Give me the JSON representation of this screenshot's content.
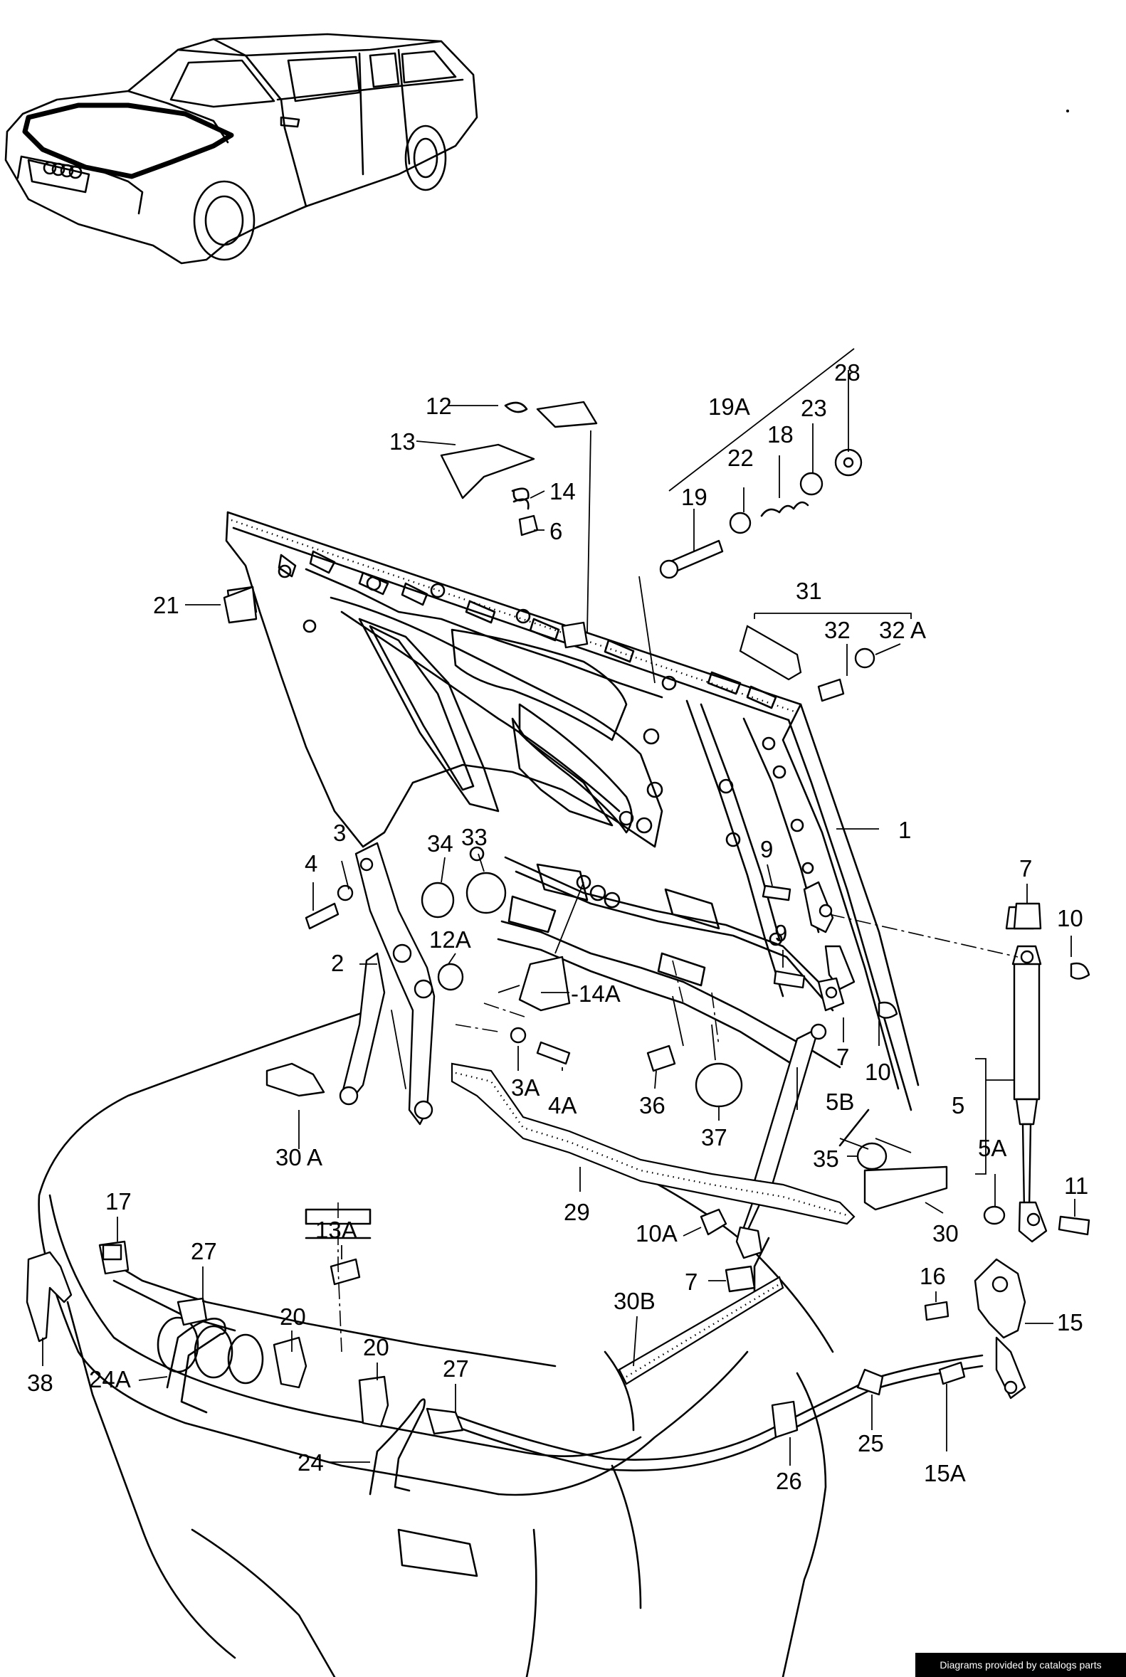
{
  "callouts": [
    {
      "id": "12",
      "text": "12"
    },
    {
      "id": "13",
      "text": "13"
    },
    {
      "id": "14",
      "text": "14"
    },
    {
      "id": "6",
      "text": "6"
    },
    {
      "id": "19A",
      "text": "19A"
    },
    {
      "id": "28",
      "text": "28"
    },
    {
      "id": "23",
      "text": "23"
    },
    {
      "id": "18",
      "text": "18"
    },
    {
      "id": "22",
      "text": "22"
    },
    {
      "id": "19",
      "text": "19"
    },
    {
      "id": "21",
      "text": "21"
    },
    {
      "id": "31",
      "text": "31"
    },
    {
      "id": "32",
      "text": "32"
    },
    {
      "id": "32A",
      "text": "32 A"
    },
    {
      "id": "1",
      "text": "1"
    },
    {
      "id": "3",
      "text": "3"
    },
    {
      "id": "4",
      "text": "4"
    },
    {
      "id": "34",
      "text": "34"
    },
    {
      "id": "33",
      "text": "33"
    },
    {
      "id": "9a",
      "text": "9"
    },
    {
      "id": "7a",
      "text": "7"
    },
    {
      "id": "10a",
      "text": "10"
    },
    {
      "id": "2",
      "text": "2"
    },
    {
      "id": "12A",
      "text": "12A"
    },
    {
      "id": "14A",
      "text": "-14A"
    },
    {
      "id": "9b",
      "text": "9"
    },
    {
      "id": "7b",
      "text": "7"
    },
    {
      "id": "10b",
      "text": "10"
    },
    {
      "id": "3A",
      "text": "3A"
    },
    {
      "id": "4A",
      "text": "4A"
    },
    {
      "id": "36",
      "text": "36"
    },
    {
      "id": "37",
      "text": "37"
    },
    {
      "id": "5B",
      "text": "5B"
    },
    {
      "id": "5",
      "text": "5"
    },
    {
      "id": "5A",
      "text": "5A"
    },
    {
      "id": "35",
      "text": "35"
    },
    {
      "id": "30A",
      "text": "30 A"
    },
    {
      "id": "29",
      "text": "29"
    },
    {
      "id": "30",
      "text": "30"
    },
    {
      "id": "11",
      "text": "11"
    },
    {
      "id": "10A",
      "text": "10A"
    },
    {
      "id": "17",
      "text": "17"
    },
    {
      "id": "27a",
      "text": "27"
    },
    {
      "id": "13A",
      "text": "13A"
    },
    {
      "id": "7c",
      "text": "7"
    },
    {
      "id": "16",
      "text": "16"
    },
    {
      "id": "15",
      "text": "15"
    },
    {
      "id": "30B",
      "text": "30B"
    },
    {
      "id": "20a",
      "text": "20"
    },
    {
      "id": "20b",
      "text": "20"
    },
    {
      "id": "27b",
      "text": "27"
    },
    {
      "id": "38",
      "text": "38"
    },
    {
      "id": "24A",
      "text": "24A"
    },
    {
      "id": "24",
      "text": "24"
    },
    {
      "id": "26",
      "text": "26"
    },
    {
      "id": "25",
      "text": "25"
    },
    {
      "id": "15A",
      "text": "15A"
    }
  ],
  "credit": "Diagrams provided by catalogs parts"
}
